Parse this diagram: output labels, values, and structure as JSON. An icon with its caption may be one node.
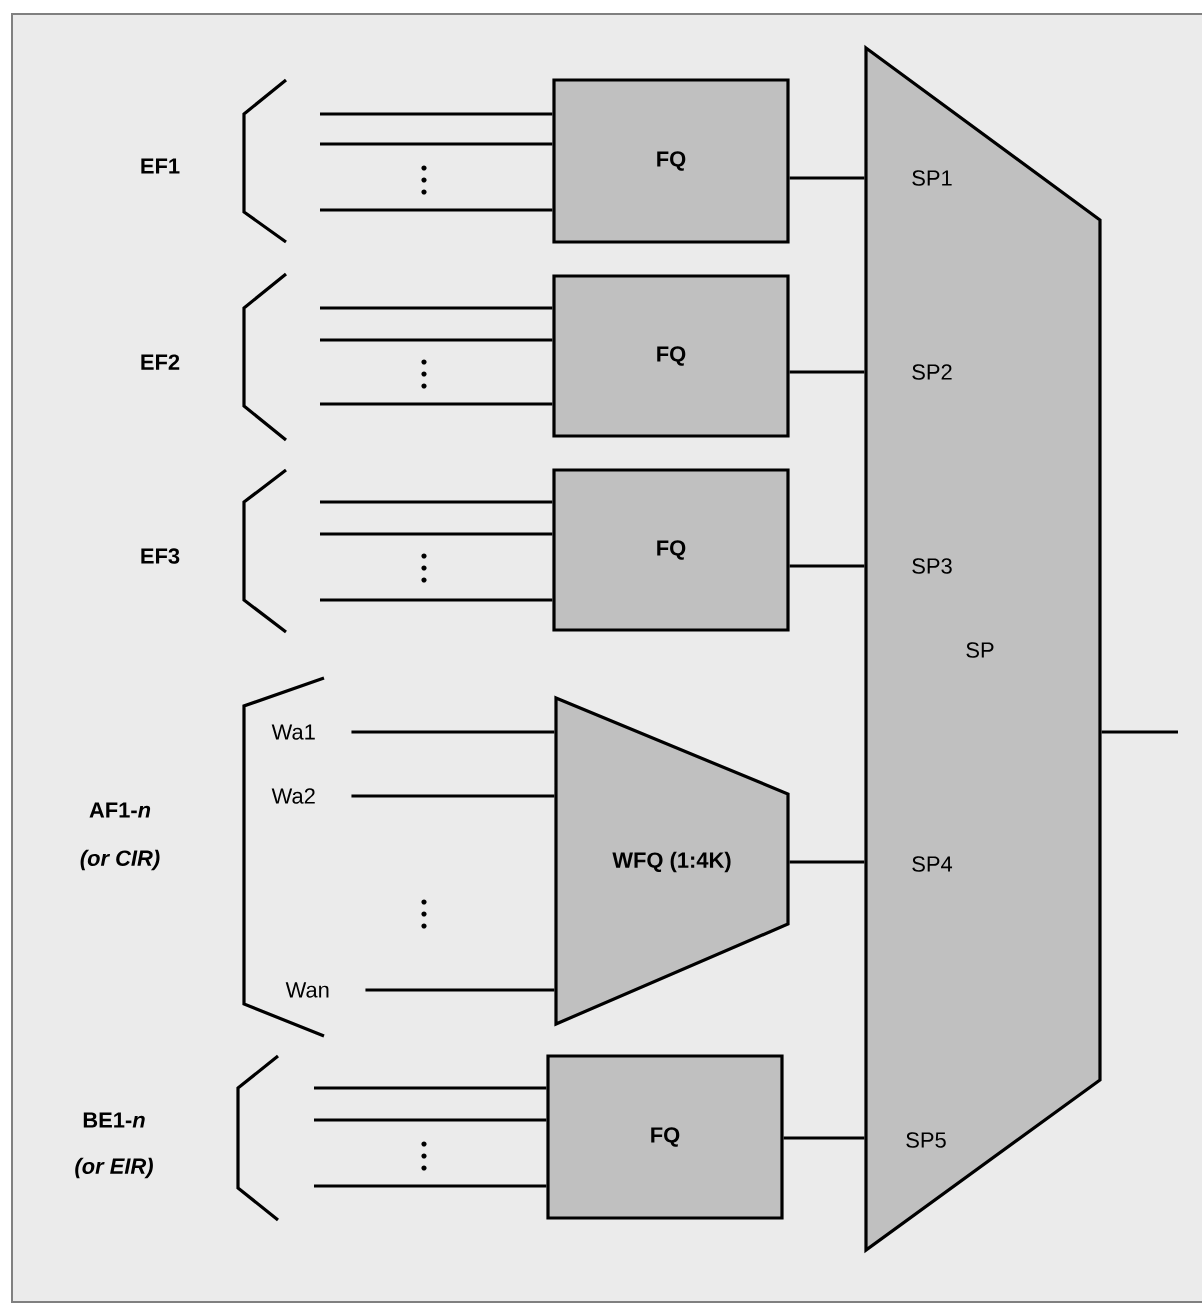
{
  "diagram": {
    "nodes": [
      {
        "text": [
          "FQ"
        ]
      },
      {
        "text": [
          "FQ"
        ]
      },
      {
        "text": [
          "FQ"
        ]
      },
      {
        "text": [
          "Wa1"
        ]
      },
      {
        "text": [
          "Wa2"
        ]
      },
      {
        "text": [
          "Wan"
        ]
      },
      {
        "text": [
          "WFQ (1:4K)"
        ]
      },
      {
        "text": [
          "FQ"
        ]
      },
      {
        "text": [
          "SP1",
          "SP2",
          "SP3",
          "SP",
          "SP4",
          "SP5"
        ]
      }
    ],
    "edges": [
      {
        "from": null,
        "to": 0,
        "arrow": "none"
      },
      {
        "from": null,
        "to": 0,
        "arrow": "none"
      },
      {
        "from": null,
        "to": 0,
        "arrow": "none"
      },
      {
        "from": null,
        "to": 1,
        "arrow": "none"
      },
      {
        "from": null,
        "to": 1,
        "arrow": "none"
      },
      {
        "from": null,
        "to": 1,
        "arrow": "none"
      },
      {
        "from": null,
        "to": 2,
        "arrow": "none"
      },
      {
        "from": null,
        "to": 2,
        "arrow": "none"
      },
      {
        "from": null,
        "to": 2,
        "arrow": "none"
      },
      {
        "from": 3,
        "to": 6,
        "arrow": "none"
      },
      {
        "from": 4,
        "to": 6,
        "arrow": "none"
      },
      {
        "from": 5,
        "to": 6,
        "arrow": "none"
      },
      {
        "from": null,
        "to": 7,
        "arrow": "none"
      },
      {
        "from": null,
        "to": 7,
        "arrow": "none"
      },
      {
        "from": null,
        "to": 7,
        "arrow": "none"
      },
      {
        "from": 0,
        "to": 8,
        "arrow": "none"
      },
      {
        "from": 1,
        "to": 8,
        "arrow": "none"
      },
      {
        "from": 2,
        "to": 8,
        "arrow": "none"
      },
      {
        "from": 6,
        "to": 8,
        "arrow": "none"
      },
      {
        "from": 7,
        "to": 8,
        "arrow": "none"
      },
      {
        "from": 8,
        "to": null,
        "arrow": "none"
      }
    ],
    "labels": [
      "EF1",
      "EF2",
      "EF3",
      "AF1-*n*",
      "(or CIR)",
      "BE1-*n*",
      "(or EIR)"
    ]
  }
}
